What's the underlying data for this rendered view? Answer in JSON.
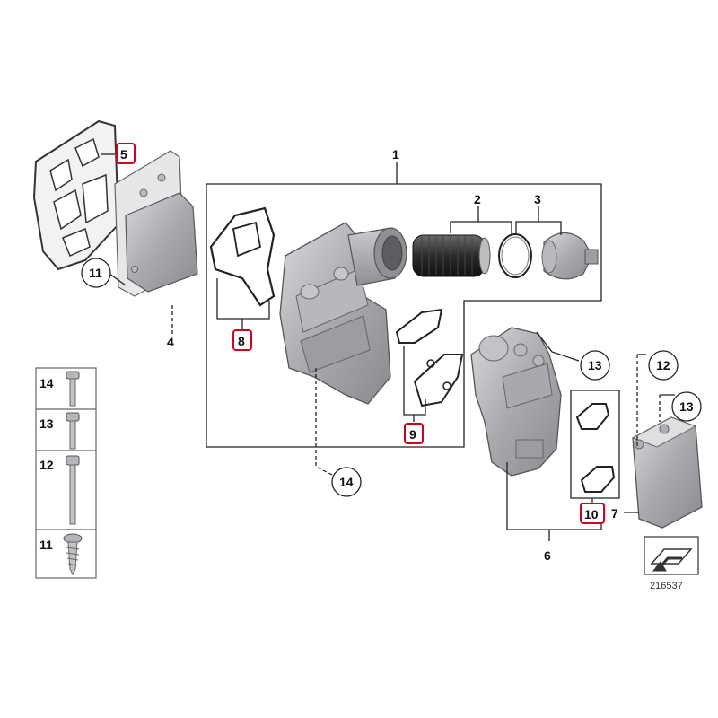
{
  "callouts": {
    "c1": "1",
    "c2": "2",
    "c3": "3",
    "c4": "4",
    "c5": "5",
    "c6": "6",
    "c7": "7",
    "c8": "8",
    "c9": "9",
    "c10": "10",
    "c11": "11",
    "c12": "12",
    "c13a": "13",
    "c13b": "13",
    "c14": "14"
  },
  "legend": {
    "rows": [
      {
        "number": "14"
      },
      {
        "number": "13"
      },
      {
        "number": "12"
      },
      {
        "number": "11"
      }
    ]
  },
  "figure_id": "216537",
  "highlight_color": "#d0021b",
  "part_color": "#a9aaae"
}
